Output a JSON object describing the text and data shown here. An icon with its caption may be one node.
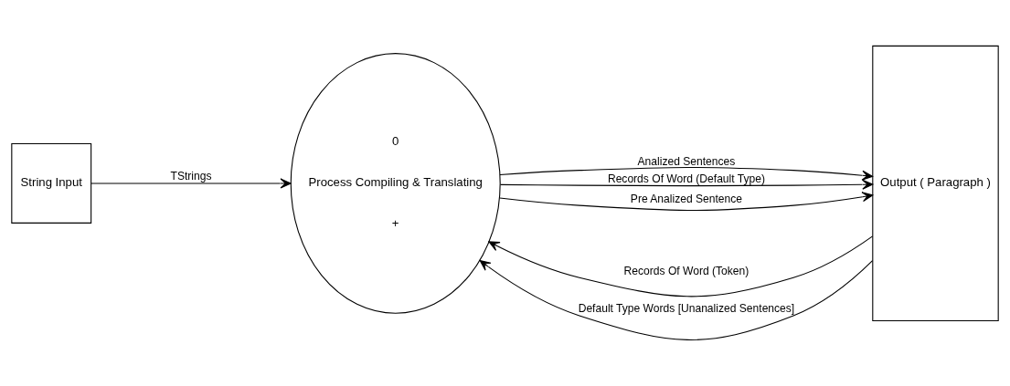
{
  "diagram": {
    "nodes": [
      {
        "text": [
          "String Input"
        ]
      },
      {
        "text": [
          "0",
          "Process Compiling & Translating",
          "+"
        ]
      },
      {
        "text": [
          "Output ( Paragraph )"
        ]
      }
    ],
    "edges": [
      {
        "from": 0,
        "to": 1,
        "arrow": "to",
        "label": "TStrings"
      },
      {
        "from": 1,
        "to": 2,
        "arrow": "to",
        "label": "Analized Sentences"
      },
      {
        "from": 1,
        "to": 2,
        "arrow": "to",
        "label": "Records Of Word (Default Type)"
      },
      {
        "from": 2,
        "to": 1,
        "arrow": "to",
        "label": "Records Of Word (Token)"
      },
      {
        "from": 2,
        "to": 1,
        "arrow": "to",
        "label": "Default Type Words [Unanalized Sentences]"
      },
      {
        "from": 1,
        "to": 2,
        "arrow": "to",
        "label": "Pre Analized Sentence"
      }
    ]
  }
}
